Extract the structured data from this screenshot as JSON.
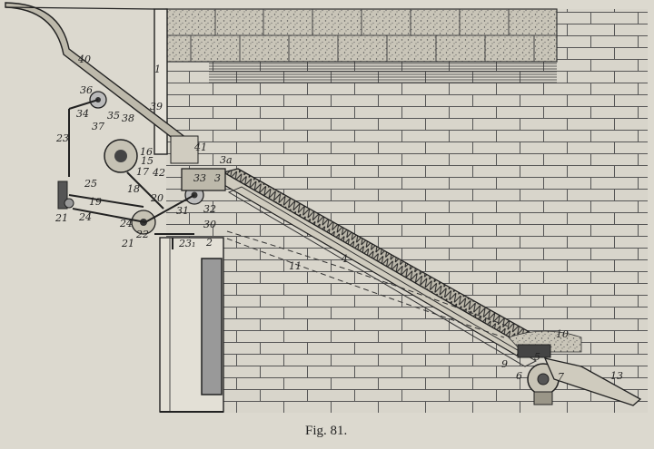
{
  "figure": {
    "caption": "Fig. 81.",
    "labels": [
      {
        "id": "l40",
        "text": "40"
      },
      {
        "id": "l1",
        "text": "1"
      },
      {
        "id": "l36",
        "text": "36"
      },
      {
        "id": "l34",
        "text": "34"
      },
      {
        "id": "l35",
        "text": "35"
      },
      {
        "id": "l38",
        "text": "38"
      },
      {
        "id": "l37",
        "text": "37"
      },
      {
        "id": "l39",
        "text": "39"
      },
      {
        "id": "l23",
        "text": "23"
      },
      {
        "id": "l41",
        "text": "41"
      },
      {
        "id": "l16",
        "text": "16"
      },
      {
        "id": "l15",
        "text": "15"
      },
      {
        "id": "l17",
        "text": "17"
      },
      {
        "id": "l42",
        "text": "42"
      },
      {
        "id": "l3a",
        "text": "3a"
      },
      {
        "id": "l33",
        "text": "33"
      },
      {
        "id": "l3",
        "text": "3"
      },
      {
        "id": "l25",
        "text": "25"
      },
      {
        "id": "l18",
        "text": "18"
      },
      {
        "id": "l19",
        "text": "19"
      },
      {
        "id": "l20",
        "text": "20"
      },
      {
        "id": "l32",
        "text": "32"
      },
      {
        "id": "l31",
        "text": "31"
      },
      {
        "id": "l21a",
        "text": "21"
      },
      {
        "id": "l24a",
        "text": "24"
      },
      {
        "id": "l24b",
        "text": "24"
      },
      {
        "id": "l30",
        "text": "30"
      },
      {
        "id": "l22",
        "text": "22"
      },
      {
        "id": "l2",
        "text": "2"
      },
      {
        "id": "l21b",
        "text": "21"
      },
      {
        "id": "l23b",
        "text": "23₁"
      },
      {
        "id": "l11",
        "text": "11"
      },
      {
        "id": "l4",
        "text": "4"
      },
      {
        "id": "l10",
        "text": "10"
      },
      {
        "id": "l9",
        "text": "9"
      },
      {
        "id": "l5",
        "text": "5"
      },
      {
        "id": "l6",
        "text": "6"
      },
      {
        "id": "l7",
        "text": "7"
      },
      {
        "id": "l13",
        "text": "13"
      }
    ]
  }
}
